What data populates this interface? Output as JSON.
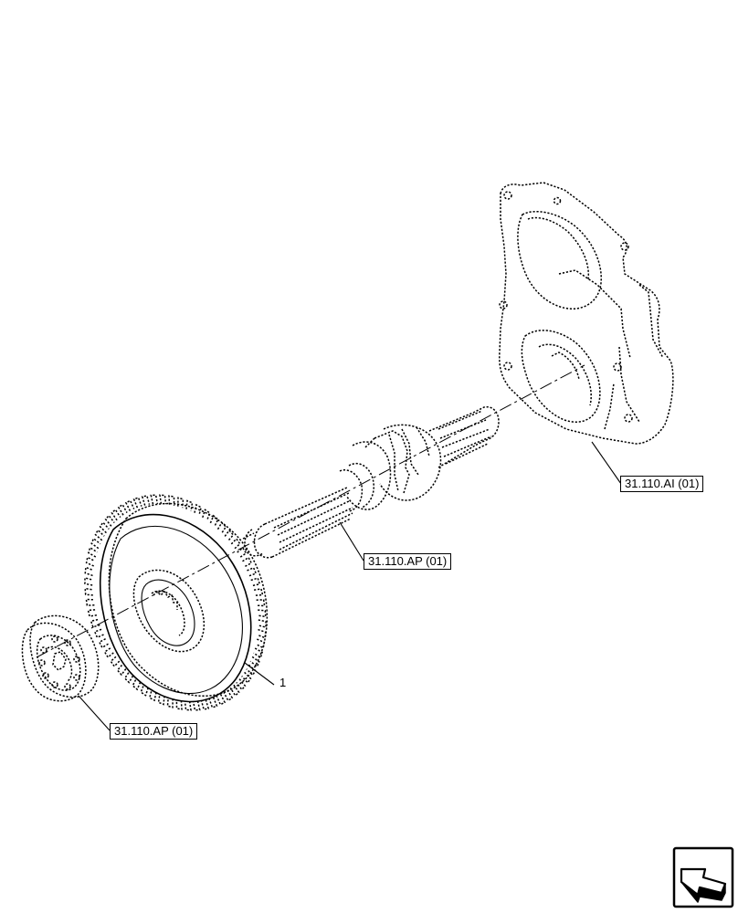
{
  "callouts": {
    "housing_ref": "31.110.AI (01)",
    "shaft_ref": "31.110.AP (01)",
    "bearing_ref": "31.110.AP (01)",
    "gear_item": "1"
  },
  "icons": {
    "navigation": "back-arrow-icon"
  }
}
